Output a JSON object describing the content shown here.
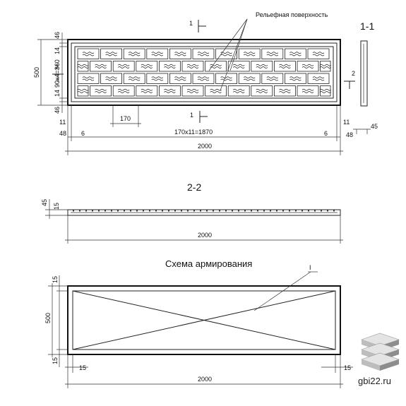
{
  "top_view": {
    "relief_label": "Рельефная поверхность",
    "section_1_label": "1-1",
    "cut_mark_1": "1",
    "cut_mark_2": "2",
    "dims": {
      "height_total": "500",
      "side_46_top": "46",
      "side_14_top": "14",
      "side_middle": "90x4=360",
      "side_14_bottom": "14",
      "side_46_bottom": "46",
      "pitch_170": "170",
      "pitch_total": "170x11=1870",
      "left_11": "11",
      "left_48": "48",
      "left_6": "6",
      "right_6": "6",
      "right_11": "11",
      "right_48": "48",
      "section_45": "45",
      "length_total": "2000"
    }
  },
  "section_2_2": {
    "label": "2-2",
    "dim_45": "45",
    "dim_15": "15",
    "length_total": "2000"
  },
  "reinforcement": {
    "title": "Схема армирования",
    "leader_label": "I",
    "height_total": "500",
    "dim_15_top": "15",
    "dim_15_bottom": "15",
    "dim_15_left": "15",
    "dim_15_right": "15",
    "length_total": "2000"
  },
  "watermark": {
    "site": "gbi22.ru"
  }
}
